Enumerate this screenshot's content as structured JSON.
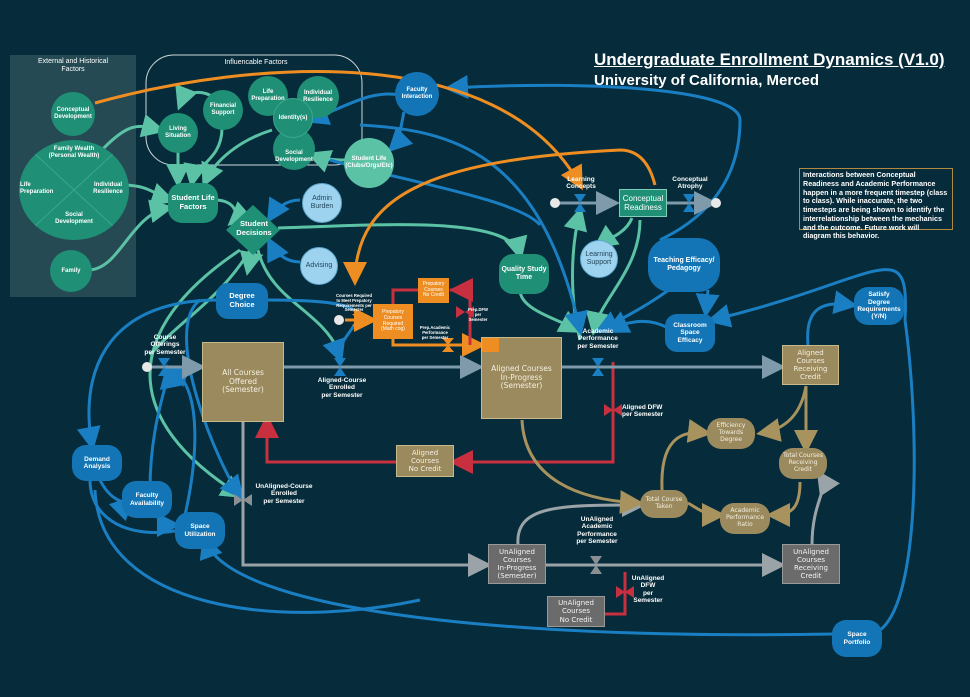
{
  "title": "Undergraduate Enrollment Dynamics (V1.0)",
  "subtitle": "University of California, Merced",
  "note": "Interactions between Conceptual Readiness and Academic Performance happen in a more frequent timestep (class to class). While inaccurate, the two timesteps are being shown to identify the interrelationship between the mechanics and the outcome. Future work will diagram this behavior.",
  "colors": {
    "background": "#062b3a",
    "teal": "#1f8f75",
    "mint": "#5cc2a5",
    "blue": "#1375b5",
    "light_blue": "#9dd3ef",
    "stock_tan": "#9a8a5e",
    "stock_gray": "#6b6b6b",
    "orange": "#ee8e22",
    "red": "#c8303f"
  },
  "groups": {
    "external": "External and Historical\nFactors",
    "influencable": "Influencable Factors"
  },
  "external_nodes": {
    "conceptual_development": "Conceptual\nDevelopment",
    "family_wealth": "Family Wealth\n(Personal Wealth)",
    "life_preparation": "Life\nPreparation",
    "individual_resilience": "Individual\nResilience",
    "social_development": "Social\nDevelopment",
    "family": "Family"
  },
  "influencable_nodes": {
    "living_situation": "Living\nSituation",
    "financial_support": "Financial\nSupport",
    "life_preparation": "Life\nPreparation",
    "individual_resilience": "Individual\nResilience",
    "identity": "Identity(s)",
    "social_development": "Social\nDevelopment"
  },
  "nodes": {
    "faculty_interaction": "Faculty\nInteraction",
    "student_life_clubs": "Student Life\n(Clubs/Orgs/Etc)",
    "student_life_factors": "Student Life\nFactors",
    "student_decisions": "Student\nDecisions",
    "admin_burden": "Admin\nBurden",
    "advising": "Advising",
    "degree_choice": "Degree\nChoice",
    "quality_study_time": "Quality Study\nTime",
    "learning_support": "Learning\nSupport",
    "conceptual_readiness": "Conceptual\nReadiness",
    "teaching_efficacy": "Teaching Efficacy/\nPedagogy",
    "classroom_space_efficacy": "Classroom\nSpace\nEfficacy",
    "satisfy_degree": "Satisfy\nDegree\nRequirements\n(Y/N)",
    "demand_analysis": "Demand\nAnalysis",
    "faculty_availability": "Faculty\nAvailability",
    "space_utilization": "Space\nUtilization",
    "space_portfolio": "Space\nPortfolio"
  },
  "stocks": {
    "all_courses_offered": "All Courses\nOffered\n(Semester)",
    "aligned_in_progress": "Aligned Courses\nIn-Progress\n(Semester)",
    "aligned_receiving_credit": "Aligned\nCourses\nReceiving\nCredit",
    "aligned_no_credit": "Aligned\nCourses\nNo Credit",
    "unaligned_in_progress": "UnAligned\nCourses\nIn-Progress\n(Semester)",
    "unaligned_receiving_credit": "UnAligned\nCourses\nReceiving\nCredit",
    "unaligned_no_credit": "UnAligned\nCourses\nNo Credit",
    "prep_courses_required": "Prepatory\nCourses\nRequired\n(Math cog)",
    "prep_courses_no_credit": "Prepatory\nCourses\nNo Credit"
  },
  "auxiliaries": {
    "efficiency_towards_degree": "Efficiency\nTowards\nDegree",
    "total_courses_receiving_credit": "Total Courses\nReceiving\nCredit",
    "total_course_taken": "Total Course\nTaken",
    "academic_performance_ratio": "Academic\nPerformance\nRatio"
  },
  "flows": {
    "learning_concepts": "Learning\nConcepts",
    "conceptual_atrophy": "Conceptual\nAtrophy",
    "course_offerings": "Course\nOfferings\nper Semester",
    "aligned_course_enrolled": "Aligned-Course\nEnrolled\nper Semester",
    "academic_performance": "Academic\nPerformance\nper Semester",
    "aligned_dfw": "Aligned DFW\nper Semester",
    "unaligned_course_enrolled": "UnAligned-Course\nEnrolled\nper Semester",
    "unaligned_academic_performance": "UnAligned\nAcademic\nPerformance\nper Semester",
    "unaligned_dfw": "UnAligned\nDFW\nper\nSemester",
    "courses_required_prep": "Courses Required\nto Meet Prepatory\nRequirements per\nSemester",
    "prep_academic_performance": "Prep.Academic\nPerformance\nper Semester",
    "prep_dfw": "Prep.DFW\nper\nSemester"
  }
}
